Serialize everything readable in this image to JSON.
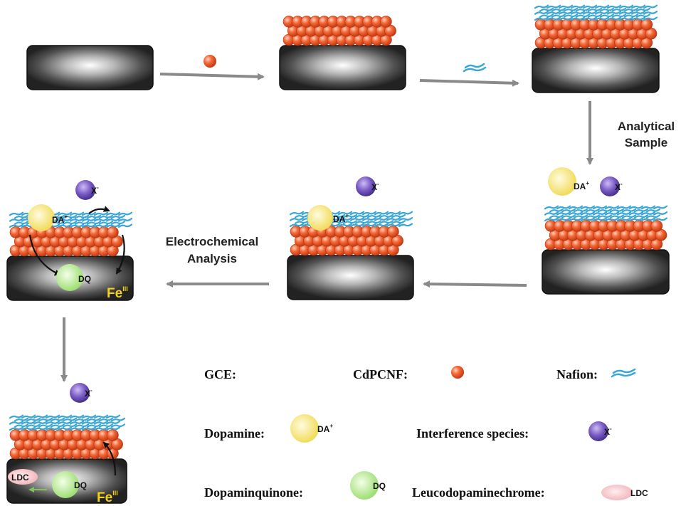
{
  "colors": {
    "cdpcnf": "#e8542a",
    "nafion": "#3aa6d6",
    "dopamine": "#f7e87a",
    "interference": "#8064c4",
    "dopaminquinone": "#b9e89a",
    "leucodopaminechrome": "#f6c6ca",
    "fe": "#f3d21a",
    "arrow": "#8a8a8a"
  },
  "icons": [
    "gce-electrode-icon",
    "cdpcnf-particle-icon",
    "nafion-strand-icon",
    "dopamine-sphere-icon",
    "interference-sphere-icon",
    "dopaminquinone-sphere-icon",
    "leucodopaminechrome-ellipse-icon"
  ],
  "labels": {
    "analytical_line1": "Analytical",
    "analytical_line2": "Sample",
    "electrochemical_line1": "Electrochemical",
    "electrochemical_line2": "Analysis"
  },
  "species": {
    "da": "DA",
    "da_sup": "+",
    "x": "X",
    "x_sup": "-",
    "dq": "DQ",
    "ldc": "LDC",
    "fe": "Fe",
    "fe_sup": "III"
  },
  "legend": {
    "gce": "GCE:",
    "cdpcnf": "CdPCNF:",
    "nafion": "Nafion:",
    "dopamine": "Dopamine:",
    "interference": "Interference species:",
    "dopaminquinone": "Dopaminquinone:",
    "leucodopaminechrome": "Leucodopaminechrome:"
  }
}
